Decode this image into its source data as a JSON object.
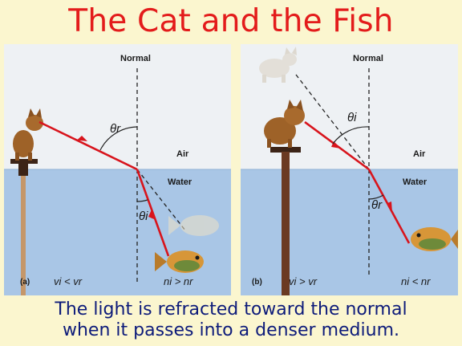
{
  "title": "The Cat and the Fish",
  "caption": {
    "line1": "The light is refracted toward the normal",
    "line2": "when it passes into a denser medium."
  },
  "panels": [
    {
      "id": "a",
      "label": "(a)",
      "normal_label": "Normal",
      "air_label": "Air",
      "water_label": "Water",
      "angle_top": "θr",
      "angle_bottom": "θi",
      "speed_relation": "vi < vr",
      "index_relation": "ni > nr"
    },
    {
      "id": "b",
      "label": "(b)",
      "normal_label": "Normal",
      "air_label": "Air",
      "water_label": "Water",
      "angle_top": "θi",
      "angle_bottom": "θr",
      "speed_relation": "vi > vr",
      "index_relation": "ni < nr"
    }
  ],
  "colors": {
    "title": "#e31b1b",
    "caption": "#0d1b7a",
    "ray": "#d8141c",
    "air": "#eef1f4",
    "water": "#a9c6e6"
  }
}
